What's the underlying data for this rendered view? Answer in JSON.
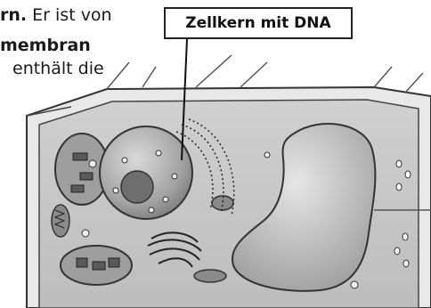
{
  "text_fragment": {
    "line1_bold": "rn.",
    "line1_rest": " Er ist von",
    "line2_bold": "membran",
    "line3": "enthält die"
  },
  "label": {
    "nucleus": "Zellkern mit DNA"
  }
}
